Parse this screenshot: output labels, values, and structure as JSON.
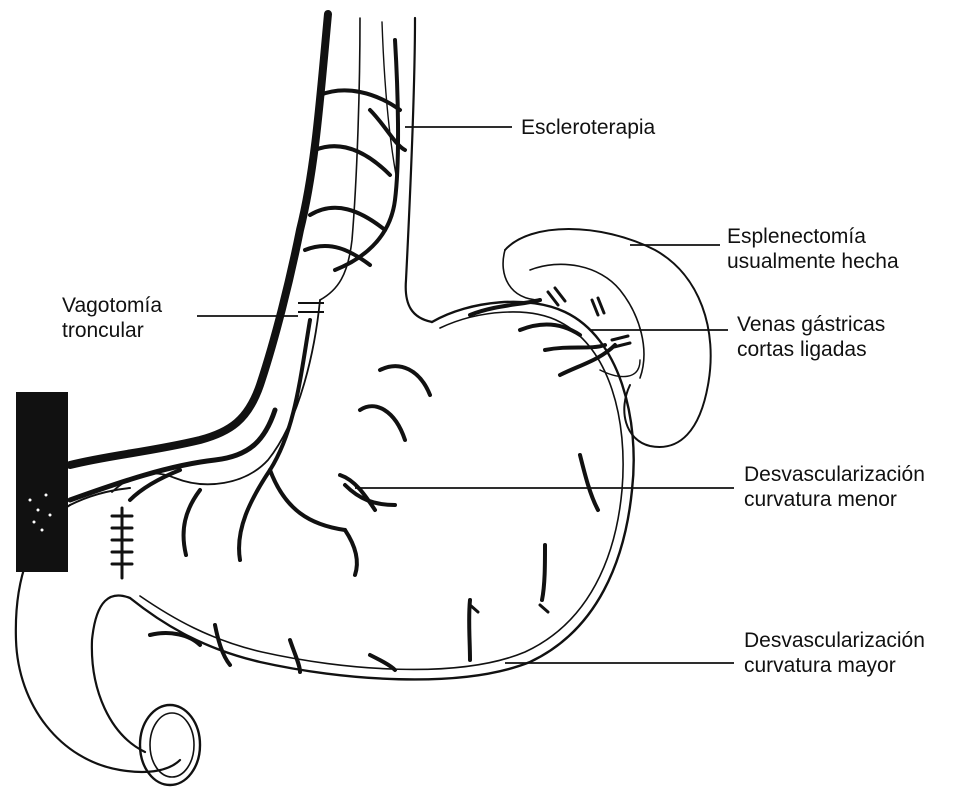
{
  "colors": {
    "ink": "#111111",
    "background": "#ffffff"
  },
  "labels": {
    "escleroterapia": "Escleroterapia",
    "esplenectomia_1": "Esplenectomía",
    "esplenectomia_2": "usualmente hecha",
    "venas_1": "Venas gástricas",
    "venas_2": "cortas ligadas",
    "vagotomia_1": "Vagotomía",
    "vagotomia_2": "troncular",
    "desv_menor_1": "Desvascularización",
    "desv_menor_2": "curvatura menor",
    "desv_mayor_1": "Desvascularización",
    "desv_mayor_2": "curvatura mayor"
  }
}
